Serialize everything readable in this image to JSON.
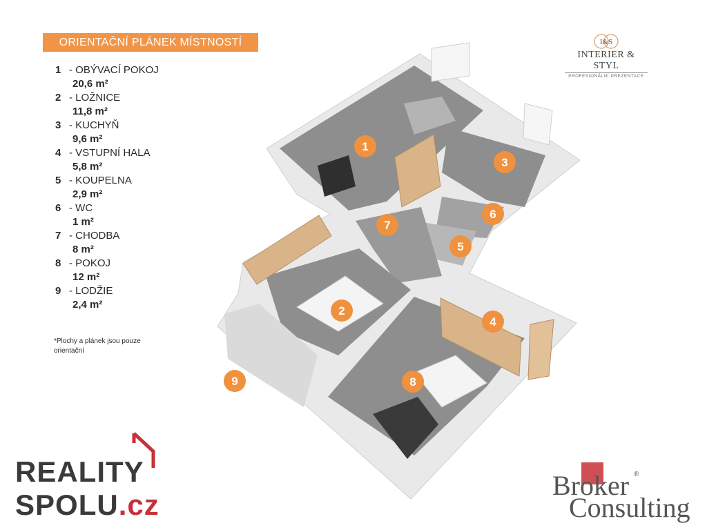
{
  "header": {
    "title": "ORIENTAČNÍ PLÁNEK MÍSTNOSTÍ"
  },
  "rooms": [
    {
      "number": "1",
      "name": "- OBÝVACÍ POKOJ",
      "area": "20,6 m²"
    },
    {
      "number": "2",
      "name": "- LOŽNICE",
      "area": "11,8 m²"
    },
    {
      "number": "3",
      "name": "- KUCHYŇ",
      "area": "9,6 m²"
    },
    {
      "number": "4",
      "name": "- VSTUPNÍ HALA",
      "area": "5,8 m²"
    },
    {
      "number": "5",
      "name": "- KOUPELNA",
      "area": "2,9 m²"
    },
    {
      "number": "6",
      "name": "- WC",
      "area": "1 m²"
    },
    {
      "number": "7",
      "name": "- CHODBA",
      "area": "8 m²"
    },
    {
      "number": "8",
      "name": "- POKOJ",
      "area": "12 m²"
    },
    {
      "number": "9",
      "name": "- LODŽIE",
      "area": "2,4 m²"
    }
  ],
  "note": "*Plochy  a plánek jsou pouze orientační",
  "brand_top": {
    "monogram": "I&S",
    "name": "INTERIER & STYL",
    "tagline": "PROFESIONÁLNÍ PREZENTACE"
  },
  "logo_left": {
    "line1": "REALITY",
    "line2": "SPOLU",
    "line2_suffix": ".cz"
  },
  "logo_right": {
    "line1": "Broker",
    "line2": "Consulting",
    "mark": "®"
  },
  "plan_markers": [
    "1",
    "2",
    "3",
    "4",
    "5",
    "6",
    "7",
    "8",
    "9"
  ],
  "colors": {
    "accent": "#f29446",
    "marker": "#f0913f",
    "floor": "#8b8b8b",
    "wall": "#ececec",
    "wood": "#d9b489",
    "brand_red": "#c8303a"
  }
}
